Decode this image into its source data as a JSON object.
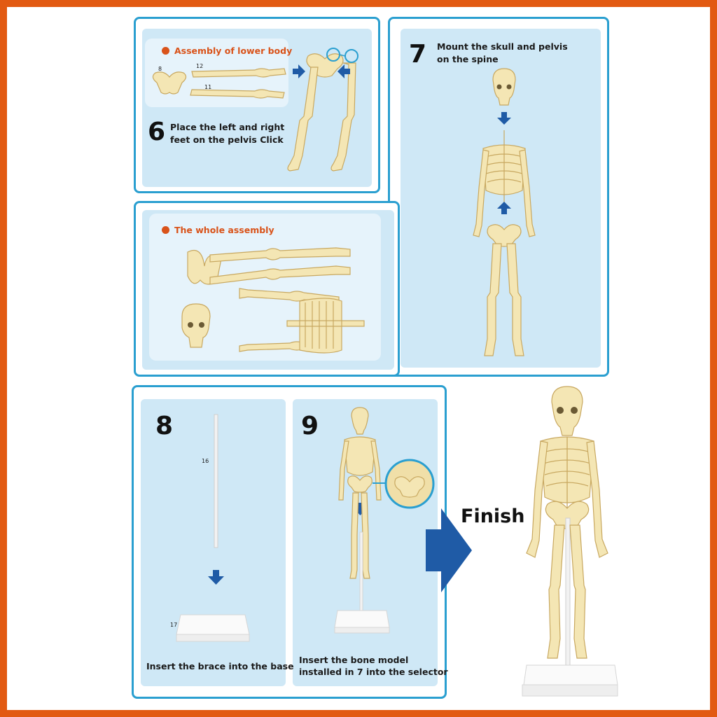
{
  "colors": {
    "border": "#e25a12",
    "box": "#2a9fd0",
    "panel": "#cfe8f6",
    "accent": "#d9531a",
    "arrow": "#1f5ba6",
    "bone": "#f4e6b4"
  },
  "step6": {
    "number": "6",
    "title": "Assembly of lower body",
    "text_line1": "Place the left and right",
    "text_line2": "feet on the pelvis Click"
  },
  "step7": {
    "number": "7",
    "text_line1": "Mount the skull and pelvis",
    "text_line2": "on the spine"
  },
  "whole": {
    "title": "The whole assembly"
  },
  "step8": {
    "number": "8",
    "text": "Insert the brace into the base"
  },
  "step9": {
    "number": "9",
    "text_line1": "Insert the bone model",
    "text_line2": "installed  in 7 into the selector"
  },
  "finish": {
    "label": "Finish"
  },
  "part_numbers": {
    "p8": "8",
    "p12": "12",
    "p11": "11",
    "p16": "16",
    "p17": "17"
  }
}
